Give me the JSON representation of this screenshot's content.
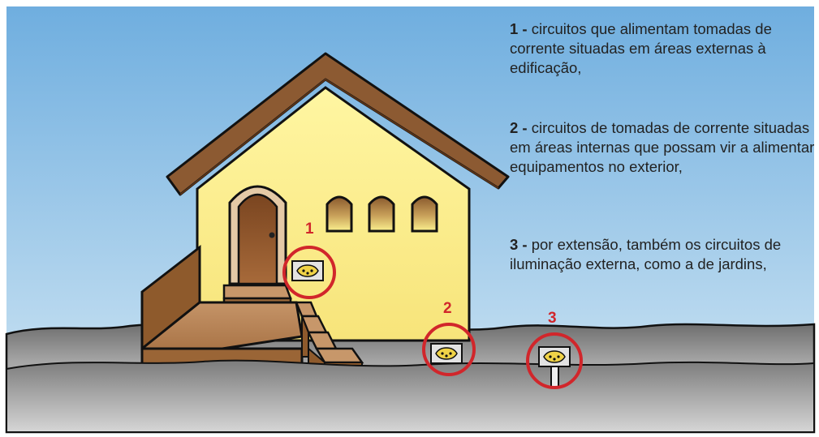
{
  "notes": [
    {
      "number": "1 -",
      "text": "circuitos que alimentam tomadas de corrente situadas em áreas externas à edificação,"
    },
    {
      "number": "2 -",
      "text": "circuitos de tomadas de corrente situadas em áreas internas que possam vir a alimentar equipamentos no exterior,"
    },
    {
      "number": "3 -",
      "text": "por extensão, também os circuitos de iluminação externa, como a de jardins,"
    }
  ],
  "markers": [
    "1",
    "2",
    "3"
  ],
  "colors": {
    "sky_top": "#6FAEDF",
    "sky_bottom": "#C9E2F2",
    "wall": "#FBF18F",
    "roof": "#8C5A32",
    "ground": "#8C8C8C",
    "marker_red": "#D1262B"
  }
}
